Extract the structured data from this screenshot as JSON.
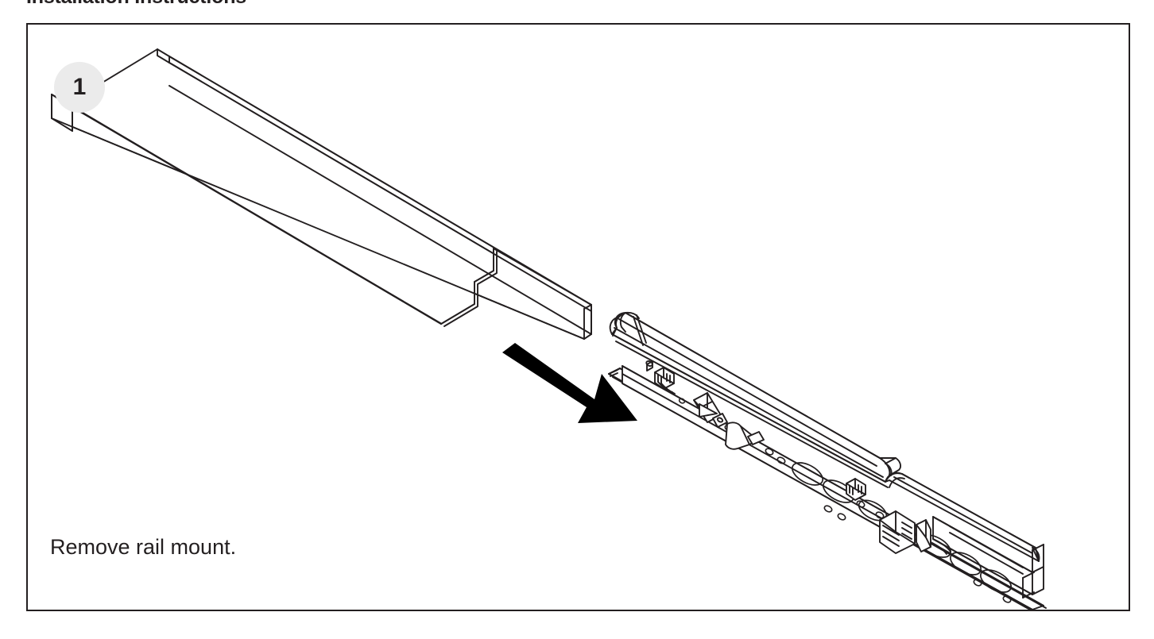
{
  "document": {
    "title": "Installation Instructions"
  },
  "step": {
    "number": "1",
    "caption": "Remove rail mount.",
    "badge_color": "#ebebeb",
    "border_color": "#231f20",
    "text_color": "#231f20",
    "background_color": "#ffffff"
  },
  "illustration": {
    "name": "rail-mount-removal-diagram",
    "style": "isometric line drawing",
    "line_color": "#231f20",
    "arrow_color": "#000000",
    "parts": [
      {
        "name": "rail-mount-channel",
        "label": "rail mount",
        "description": "U-shaped sheet metal channel bracket with stepped notch, shown removed above-left"
      },
      {
        "name": "slide-rail-assembly",
        "label": "slide rail",
        "description": "telescoping server slide rail with oval cable slots, round mounting holes, end caps and latch brackets"
      },
      {
        "name": "removal-direction-arrow",
        "label": "removal direction",
        "description": "solid black arrow pointing down and to the right"
      }
    ]
  }
}
